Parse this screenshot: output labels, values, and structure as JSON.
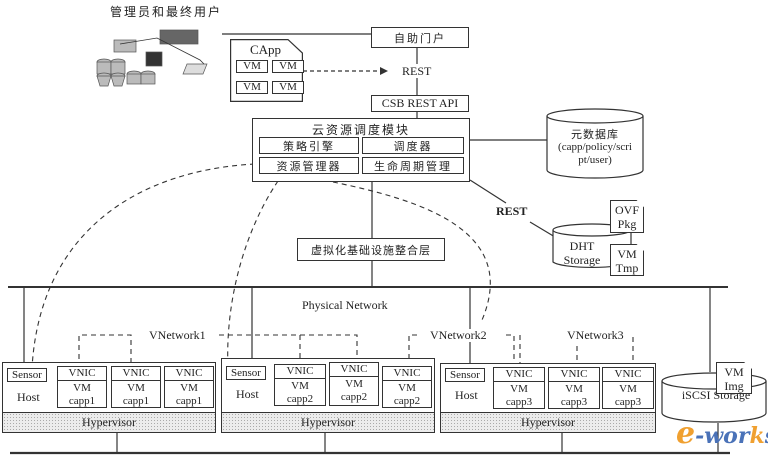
{
  "users": {
    "label": "管理员和最终用户"
  },
  "capp": {
    "title": "CApp",
    "vms": [
      "VM",
      "VM",
      "VM",
      "VM"
    ]
  },
  "portal": {
    "label": "自助门户"
  },
  "rest_top": "REST",
  "csb": {
    "label": "CSB REST API"
  },
  "scheduler_module": {
    "title": "云资源调度模块",
    "components": [
      "策略引擎",
      "调度器",
      "资源管理器",
      "生命周期管理"
    ]
  },
  "metadata_db": {
    "line1": "元数据库",
    "line2": "(capp/policy/scri",
    "line3": "pt/user)"
  },
  "rest_right": "REST",
  "dht": {
    "line1": "DHT",
    "line2": "Storage"
  },
  "ovf": {
    "line1": "OVF",
    "line2": "Pkg"
  },
  "vmtmp": {
    "line1": "VM",
    "line2": "Tmp"
  },
  "virt_layer": {
    "label": "虚拟化基础设施整合层"
  },
  "physical_network": "Physical Network",
  "vnetworks": [
    "VNetwork1",
    "VNetwork2",
    "VNetwork3"
  ],
  "hosts": [
    {
      "sensor": "Sensor",
      "host": "Host",
      "hypervisor": "Hypervisor",
      "vms": [
        {
          "vnic": "VNIC",
          "vm": "VM",
          "app": "capp1"
        },
        {
          "vnic": "VNIC",
          "vm": "VM",
          "app": "capp1"
        },
        {
          "vnic": "VNIC",
          "vm": "VM",
          "app": "capp1"
        }
      ]
    },
    {
      "sensor": "Sensor",
      "host": "Host",
      "hypervisor": "Hypervisor",
      "vms": [
        {
          "vnic": "VNIC",
          "vm": "VM",
          "app": "capp2"
        },
        {
          "vnic": "VNIC",
          "vm": "VM",
          "app": "capp2"
        },
        {
          "vnic": "VNIC",
          "vm": "VM",
          "app": "capp2"
        }
      ]
    },
    {
      "sensor": "Sensor",
      "host": "Host",
      "hypervisor": "Hypervisor",
      "vms": [
        {
          "vnic": "VNIC",
          "vm": "VM",
          "app": "capp3"
        },
        {
          "vnic": "VNIC",
          "vm": "VM",
          "app": "capp3"
        },
        {
          "vnic": "VNIC",
          "vm": "VM",
          "app": "capp3"
        }
      ]
    }
  ],
  "iscsi": {
    "label": "iSCSI Storage"
  },
  "vmimg": {
    "line1": "VM",
    "line2": "Img"
  },
  "watermark": {
    "prefix": "e",
    "mid": "-wor",
    "k": "k",
    "s": "s",
    "accent": "#f0a030",
    "main": "#4a72b8"
  }
}
